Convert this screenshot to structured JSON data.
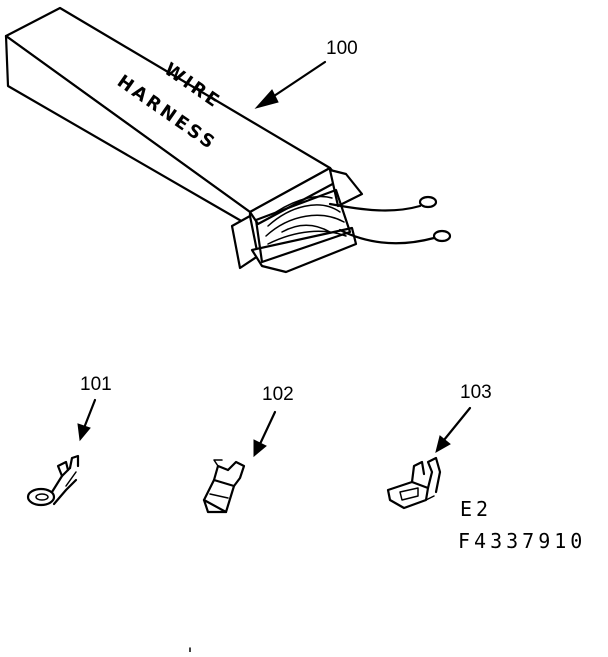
{
  "parts": [
    {
      "id": "100",
      "name": "wire-harness-box"
    },
    {
      "id": "101",
      "name": "ring-terminal"
    },
    {
      "id": "102",
      "name": "flag-terminal"
    },
    {
      "id": "103",
      "name": "spade-terminal"
    }
  ],
  "box_label": {
    "line1": "WIRE",
    "line2": "HARNESS"
  },
  "codes": {
    "line1": "E2",
    "line2": "F4337910"
  }
}
